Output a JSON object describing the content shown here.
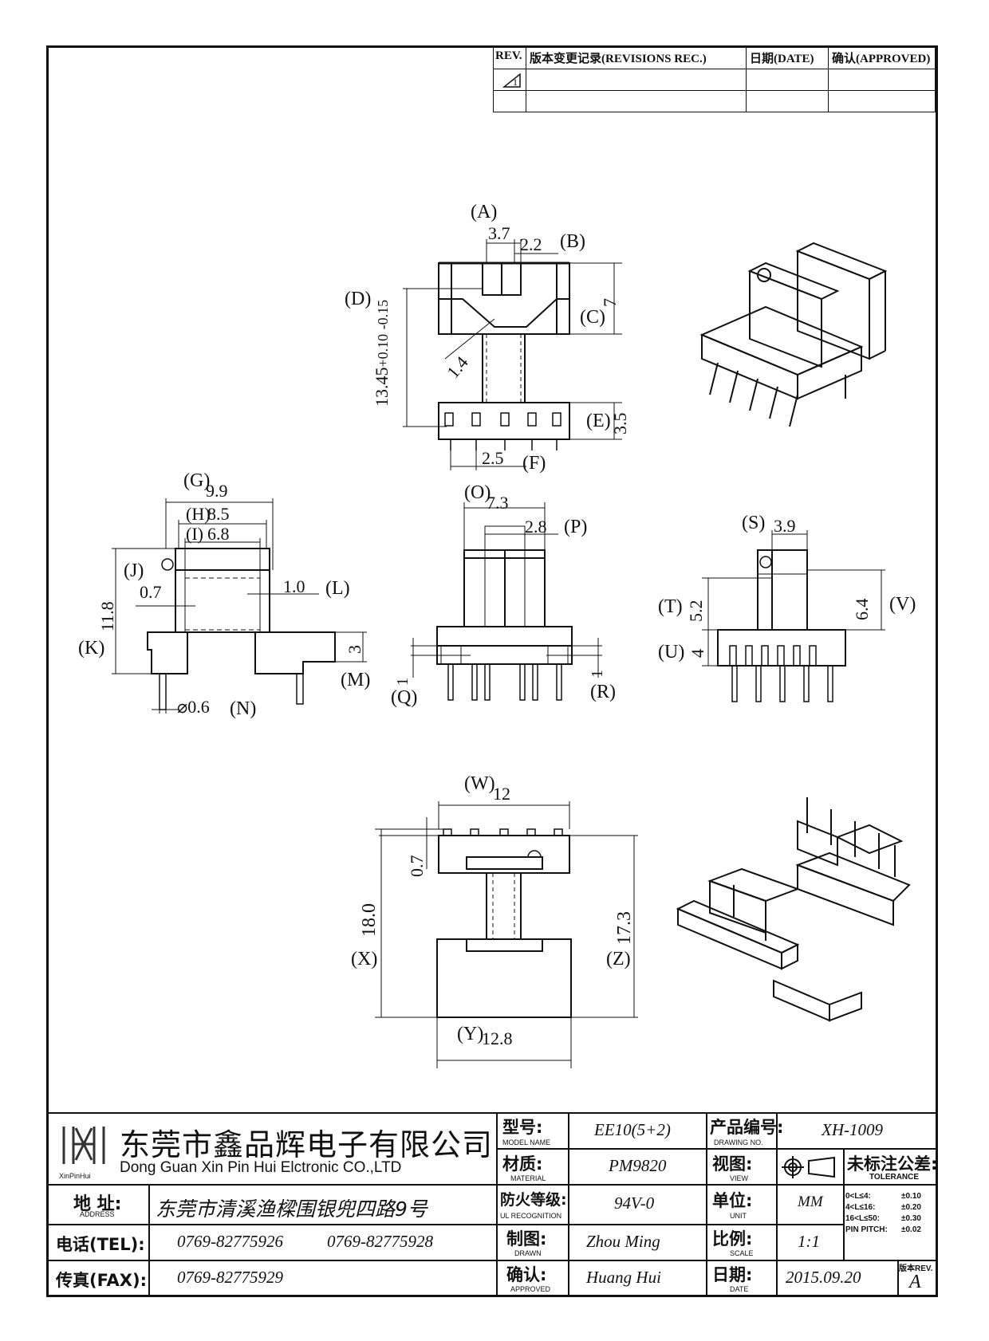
{
  "revisions": {
    "rev_header": "REV.",
    "rec_header": "版本变更记录(REVISIONS REC.)",
    "date_header": "日期(DATE)",
    "approved_header": "确认(APPROVED)",
    "rev_mark": "1"
  },
  "labels": {
    "A": "A",
    "B": "B",
    "C": "C",
    "D": "D",
    "E": "E",
    "F": "F",
    "G": "G",
    "H": "H",
    "I": "I",
    "J": "J",
    "K": "K",
    "L": "L",
    "M": "M",
    "N": "N",
    "O": "O",
    "P": "P",
    "Q": "Q",
    "R": "R",
    "S": "S",
    "T": "T",
    "U": "U",
    "V": "V",
    "W": "W",
    "X": "X",
    "Y": "Y",
    "Z": "Z"
  },
  "dims": {
    "a": "3.7",
    "b": "2.2",
    "c": "7",
    "d_base": "13.45",
    "d_plus": "+0.10",
    "d_minus": "-0.15",
    "d_chamfer": "1.4",
    "e": "3.5",
    "f": "2.5",
    "g": "9.9",
    "h": "8.5",
    "i": "6.8",
    "j": "0.7",
    "k": "11.8",
    "l": "1.0",
    "m": "3",
    "n": "⌀0.6",
    "o": "7.3",
    "p": "2.8",
    "q": "1",
    "r": "1",
    "s": "3.9",
    "t": "5.2",
    "u": "4",
    "v": "6.4",
    "w": "12",
    "w2": "0.7",
    "x": "18.0",
    "y": "12.8",
    "z": "17.3"
  },
  "company": {
    "name_cn": "东莞市鑫品辉电子有限公司",
    "name_en": "Dong Guan Xin Pin Hui Elctronic CO.,LTD",
    "logo_text": "XinPinHui",
    "address_label": "地  址:",
    "address_label_en": "ADDRESS",
    "address": "东莞市清溪渔樑围银兜四路9号",
    "tel_label": "电话(TEL):",
    "tel1": "0769-82775926",
    "tel2": "0769-82775928",
    "fax_label": "传真(FAX):",
    "fax": "0769-82775929"
  },
  "title_block": {
    "model_label": "型号:",
    "model_label_en": "MODEL NAME",
    "model": "EE10(5+2)",
    "drawing_no_label": "产品编号:",
    "drawing_no_label_en": "DRAWING NO.",
    "drawing_no": "XH-1009",
    "material_label": "材质:",
    "material_label_en": "MATERIAL",
    "material": "PM9820",
    "view_label": "视图:",
    "view_label_en": "VIEW",
    "tolerance_label": "未标注公差:",
    "tolerance_label_en": "TOLERANCE",
    "fire_label": "防火等级:",
    "fire_label_en": "UL RECOGNITION",
    "fire": "94V-0",
    "unit_label": "单位:",
    "unit_label_en": "UNIT",
    "unit": "MM",
    "drawn_label": "制图:",
    "drawn_label_en": "DRAWN",
    "drawn": "Zhou Ming",
    "scale_label": "比例:",
    "scale_label_en": "SCALE",
    "scale": "1:1",
    "approved_label": "确认:",
    "approved_label_en": "APPROVED",
    "approved": "Huang Hui",
    "date_label": "日期:",
    "date_label_en": "DATE",
    "date": "2015.09.20",
    "version_label": "版本REV.",
    "version": "A",
    "tolerances": [
      {
        "range": "0<L≤4:",
        "value": "±0.10"
      },
      {
        "range": "4<L≤16:",
        "value": "±0.20"
      },
      {
        "range": "16<L≤50:",
        "value": "±0.30"
      },
      {
        "range": "PIN PITCH:",
        "value": "±0.02"
      }
    ]
  }
}
